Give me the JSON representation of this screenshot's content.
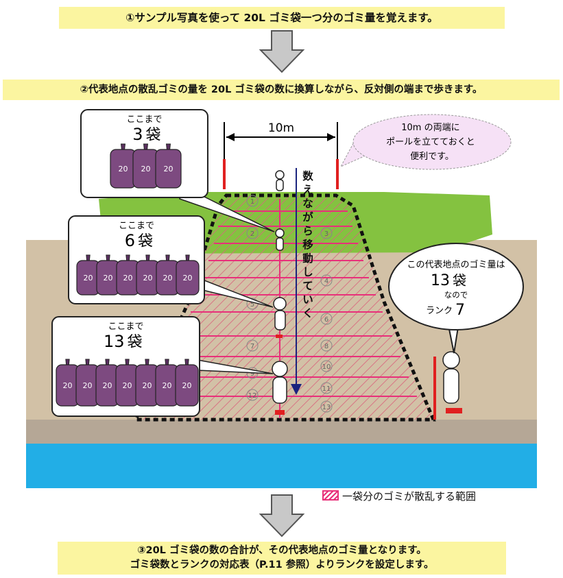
{
  "steps": {
    "step1": "①サンプル写真を使って 20L ゴミ袋一つ分のゴミ量を覚えます。",
    "step2": "②代表地点の散乱ゴミの量を 20L ゴミ袋の数に換算しながら、反対側の端まで歩きます。",
    "step3_line1": "③20L ゴミ袋の数の合計が、その代表地点のゴミ量となります。",
    "step3_line2": "ゴミ袋数とランクの対応表（P.11 参照）よりランクを設定します。"
  },
  "diagram": {
    "width_label": "10m",
    "pole_note": [
      "10m の両端に",
      "ポールを立てておくと",
      "便利です。"
    ],
    "vertical_text": "数えながら移動していく",
    "callouts": [
      {
        "prefix": "ここまで",
        "count": "3",
        "unit": "袋",
        "bags": 3
      },
      {
        "prefix": "ここまで",
        "count": "6",
        "unit": "袋",
        "bags": 6
      },
      {
        "prefix": "ここまで",
        "count": "13",
        "unit": "袋",
        "bags": 7
      }
    ],
    "bag_label": "20",
    "speech": {
      "line1": "この代表地点のゴミ量は",
      "count": "13",
      "unit": "袋",
      "line3": "なので",
      "rank_label": "ランク",
      "rank_value": "7"
    },
    "cell_numbers": [
      "1",
      "2",
      "3",
      "4",
      "5",
      "6",
      "7",
      "8",
      "9",
      "10",
      "11",
      "12",
      "13"
    ]
  },
  "legend": {
    "text": "一袋分のゴミが散乱する範囲"
  },
  "colors": {
    "banner": "#fbf5a0",
    "water": "#22aee6",
    "grass": "#84c240",
    "ground": "#d2c1a6",
    "hatch": "#e8307a",
    "bag": "#7d4a80"
  }
}
